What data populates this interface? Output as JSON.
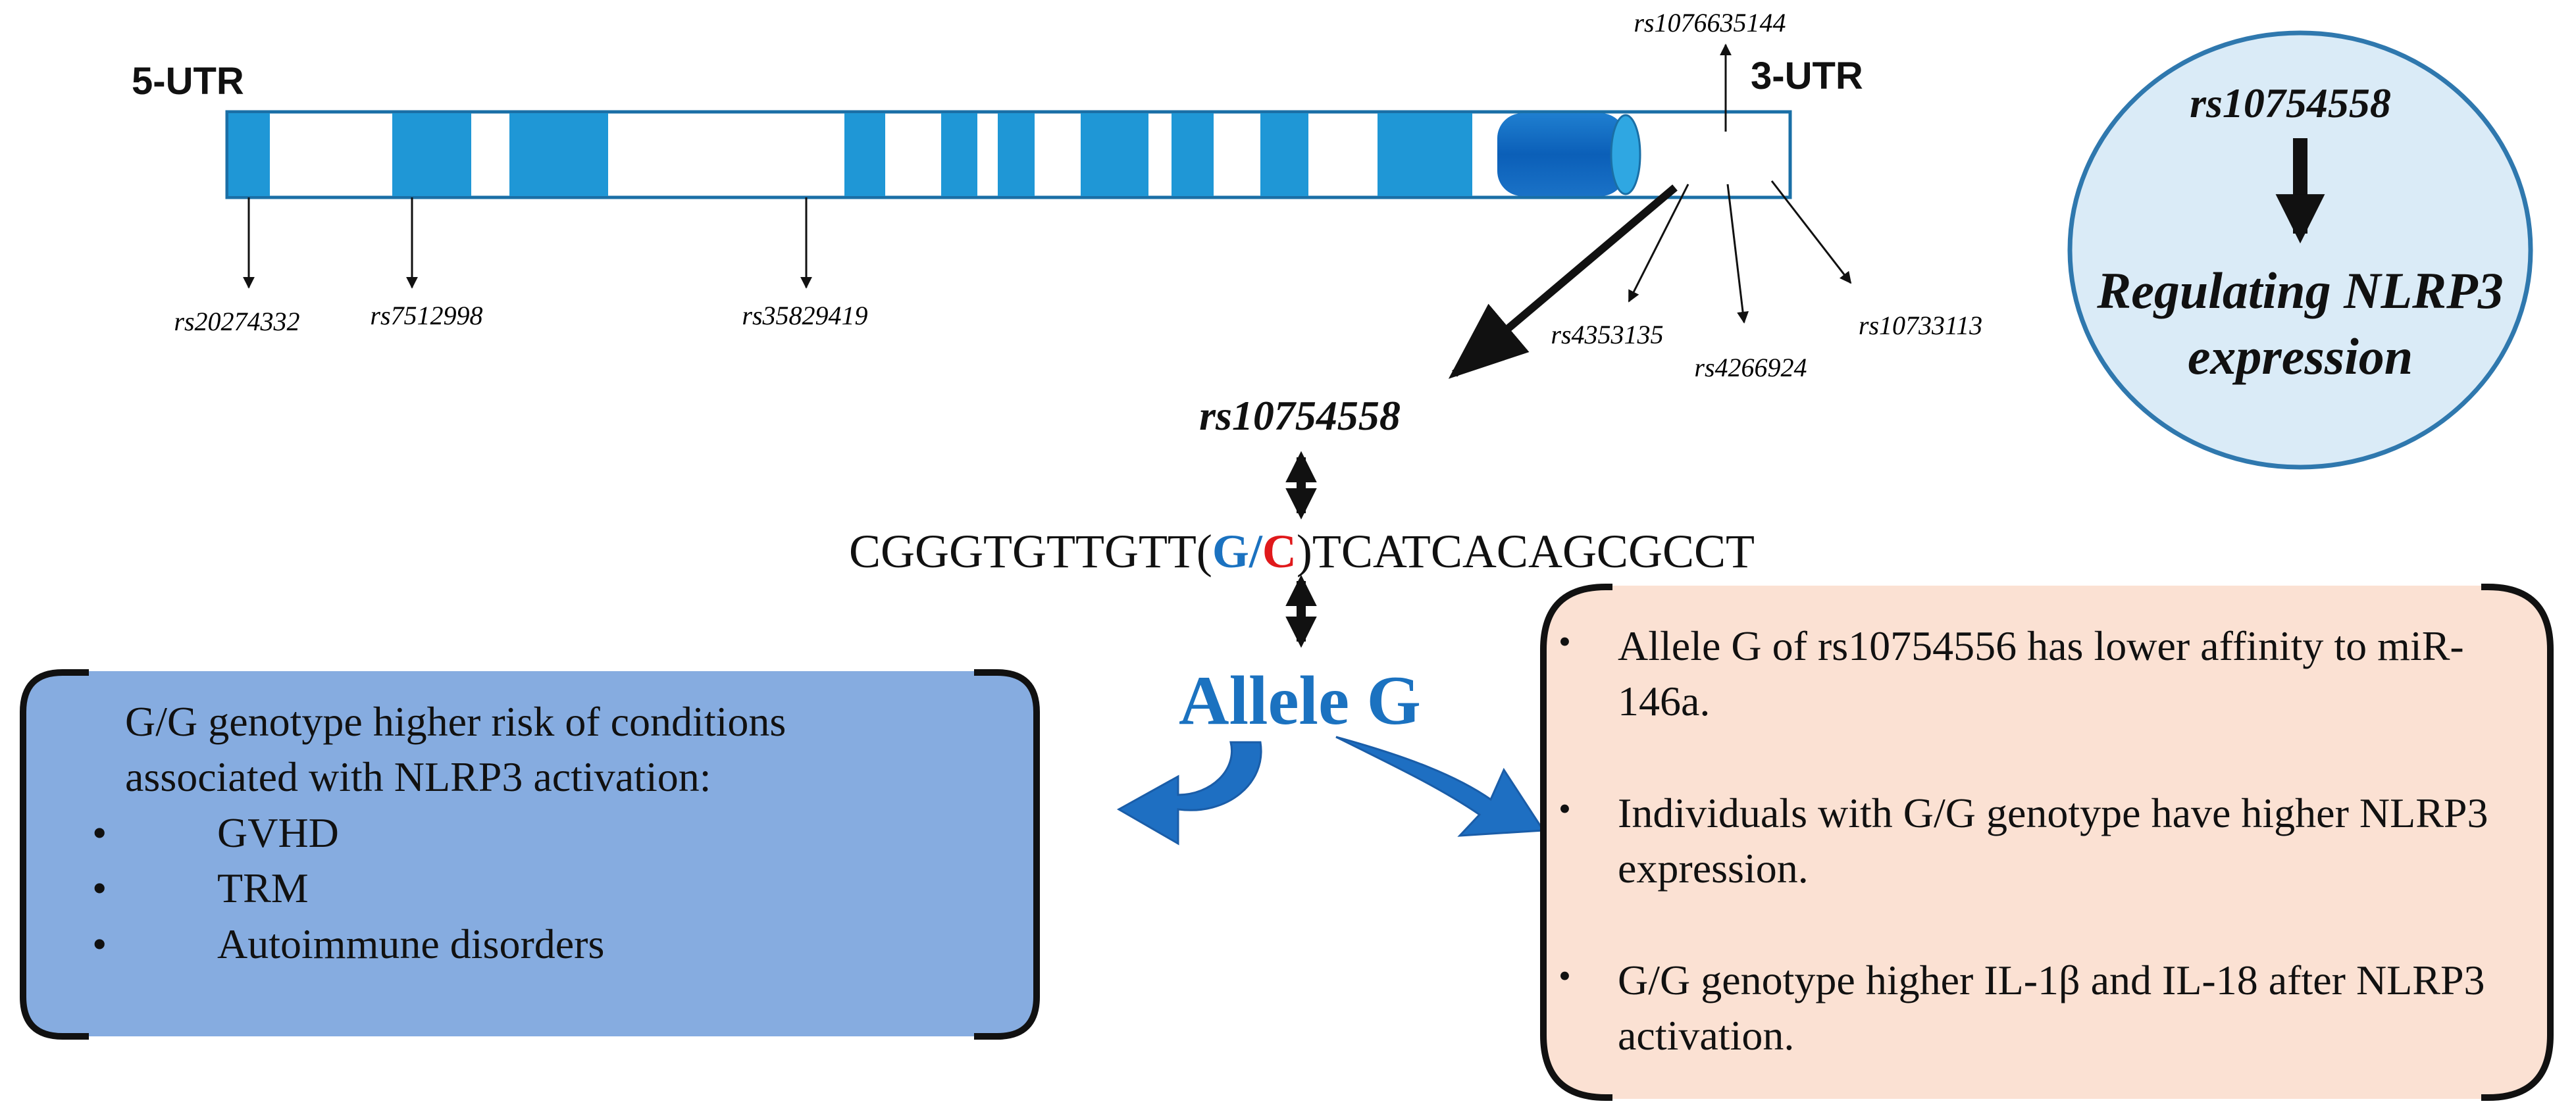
{
  "gene": {
    "utr5": "5-UTR",
    "utr3": "3-UTR",
    "snps_below": [
      "rs20274332",
      "rs7512998",
      "rs35829419"
    ],
    "snps_3utr": [
      "rs4353135",
      "rs4266924",
      "rs10733113"
    ],
    "snp_top": "rs1076635144"
  },
  "variant": {
    "name": "rs10754558",
    "seq_left": "CGGGTGTTGTT(",
    "allele_g": "G",
    "slash": "/",
    "allele_c": "C",
    "seq_right": ")TCATCACAGCGCCT",
    "allele_label": "Allele G"
  },
  "circle": {
    "snp": "rs10754558",
    "line1": "Regulating NLRP3",
    "line2": "expression"
  },
  "left_box": {
    "heading_line1": "G/G genotype higher risk of conditions",
    "heading_line2": "associated with NLRP3 activation:",
    "bullet": "•",
    "items": [
      "GVHD",
      "TRM",
      "Autoimmune disorders"
    ]
  },
  "right_box": {
    "bullet": "•",
    "items": [
      "Allele G of rs10754556 has lower affinity to miR-146a.",
      " Individuals with G/G genotype have higher NLRP3 expression.",
      "G/G genotype higher IL-1β and IL-18 after NLRP3 activation."
    ]
  },
  "colors": {
    "exon": "#1f97d6",
    "exon_stroke": "#1a6fa6",
    "allele_blue": "#1b72c0",
    "allele_red": "#e0191b",
    "left_box_fill": "#86ace0",
    "right_box_fill": "#fbe1d3",
    "circle_fill": "#daebf7",
    "circle_stroke": "#2f78ae",
    "arrow_blue": "#1e6fc2"
  }
}
